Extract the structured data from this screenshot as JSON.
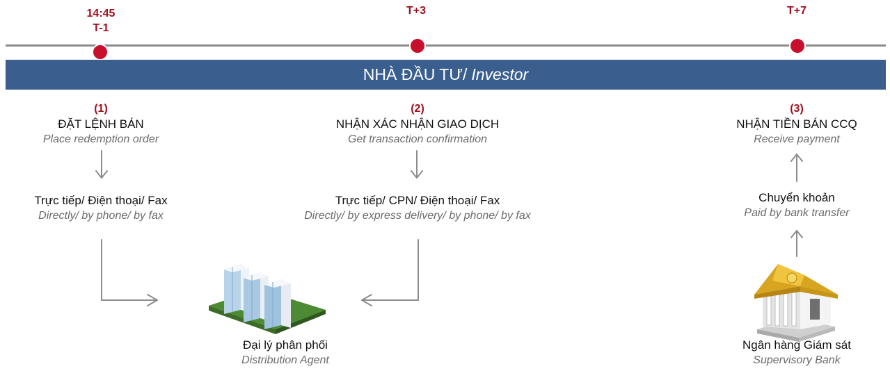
{
  "timeline": {
    "t1": {
      "time": "14:45",
      "label": "T-1"
    },
    "t3": {
      "label": "T+3"
    },
    "t7": {
      "label": "T+7"
    }
  },
  "banner": {
    "vi": "NHÀ ĐẦU TƯ/",
    "en": "Investor"
  },
  "steps": [
    {
      "number": "(1)",
      "vi": "ĐẶT LỆNH BÁN",
      "en": "Place redemption order"
    },
    {
      "number": "(2)",
      "vi": "NHẬN XÁC NHẬN GIAO DỊCH",
      "en": "Get transaction confirmation"
    },
    {
      "number": "(3)",
      "vi": "NHẬN TIỀN BÁN CCQ",
      "en": "Receive payment"
    }
  ],
  "channels": [
    {
      "vi": "Trực tiếp/ Điện thoại/ Fax",
      "en": "Directly/ by phone/ by fax"
    },
    {
      "vi": "Trực tiếp/ CPN/ Điện thoại/ Fax",
      "en": "Directly/ by express delivery/ by phone/ by fax"
    },
    {
      "vi": "Chuyển khoản",
      "en": "Paid by bank transfer"
    }
  ],
  "entities": {
    "agent": {
      "vi": "Đại lý phân phối",
      "en": "Distribution Agent",
      "icon": "office-buildings-icon"
    },
    "bank": {
      "vi": "Ngân hàng Giám sát",
      "en": "Supervisory Bank",
      "icon": "bank-house-icon"
    }
  },
  "colors": {
    "accent": "#c8102e",
    "banner": "#3a5f8f",
    "line": "#8a8a8a",
    "arrow": "#8c8c8c"
  }
}
